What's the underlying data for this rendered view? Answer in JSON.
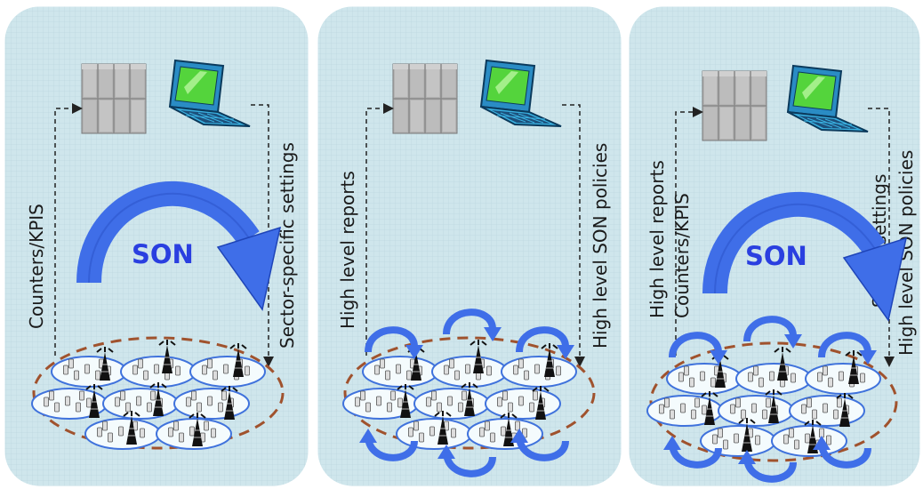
{
  "colors": {
    "panel_bg": "#cfe6ec",
    "grid": "#b9d6de",
    "arrow_blue": "#3f6ee8",
    "arrow_blue_dark": "#1f45b8",
    "ellipse_dash": "#a0522d",
    "cell_ring": "#4a7fe0",
    "server": "#a9a9a9",
    "laptop_body": "#3aa8d8",
    "laptop_screen": "#4fcf3c"
  },
  "panels": [
    {
      "id": "distributed",
      "icons": [
        "server-icon",
        "laptop-icon"
      ],
      "left_label": "Counters/KPIS",
      "right_label": "Sector-specific settings",
      "central_loop": "SON",
      "local_loops": 0
    },
    {
      "id": "localized",
      "icons": [
        "server-icon",
        "laptop-icon"
      ],
      "left_label": "High level reports",
      "right_label": "High level SON policies",
      "central_loop": "",
      "local_loops": 6
    },
    {
      "id": "hybrid",
      "icons": [
        "server-icon",
        "laptop-icon"
      ],
      "left_labels": [
        "High level reports",
        "Counters/KPIS"
      ],
      "right_labels": [
        "Sector settings",
        "High level SON policies"
      ],
      "central_loop": "SON",
      "local_loops": 6
    }
  ]
}
